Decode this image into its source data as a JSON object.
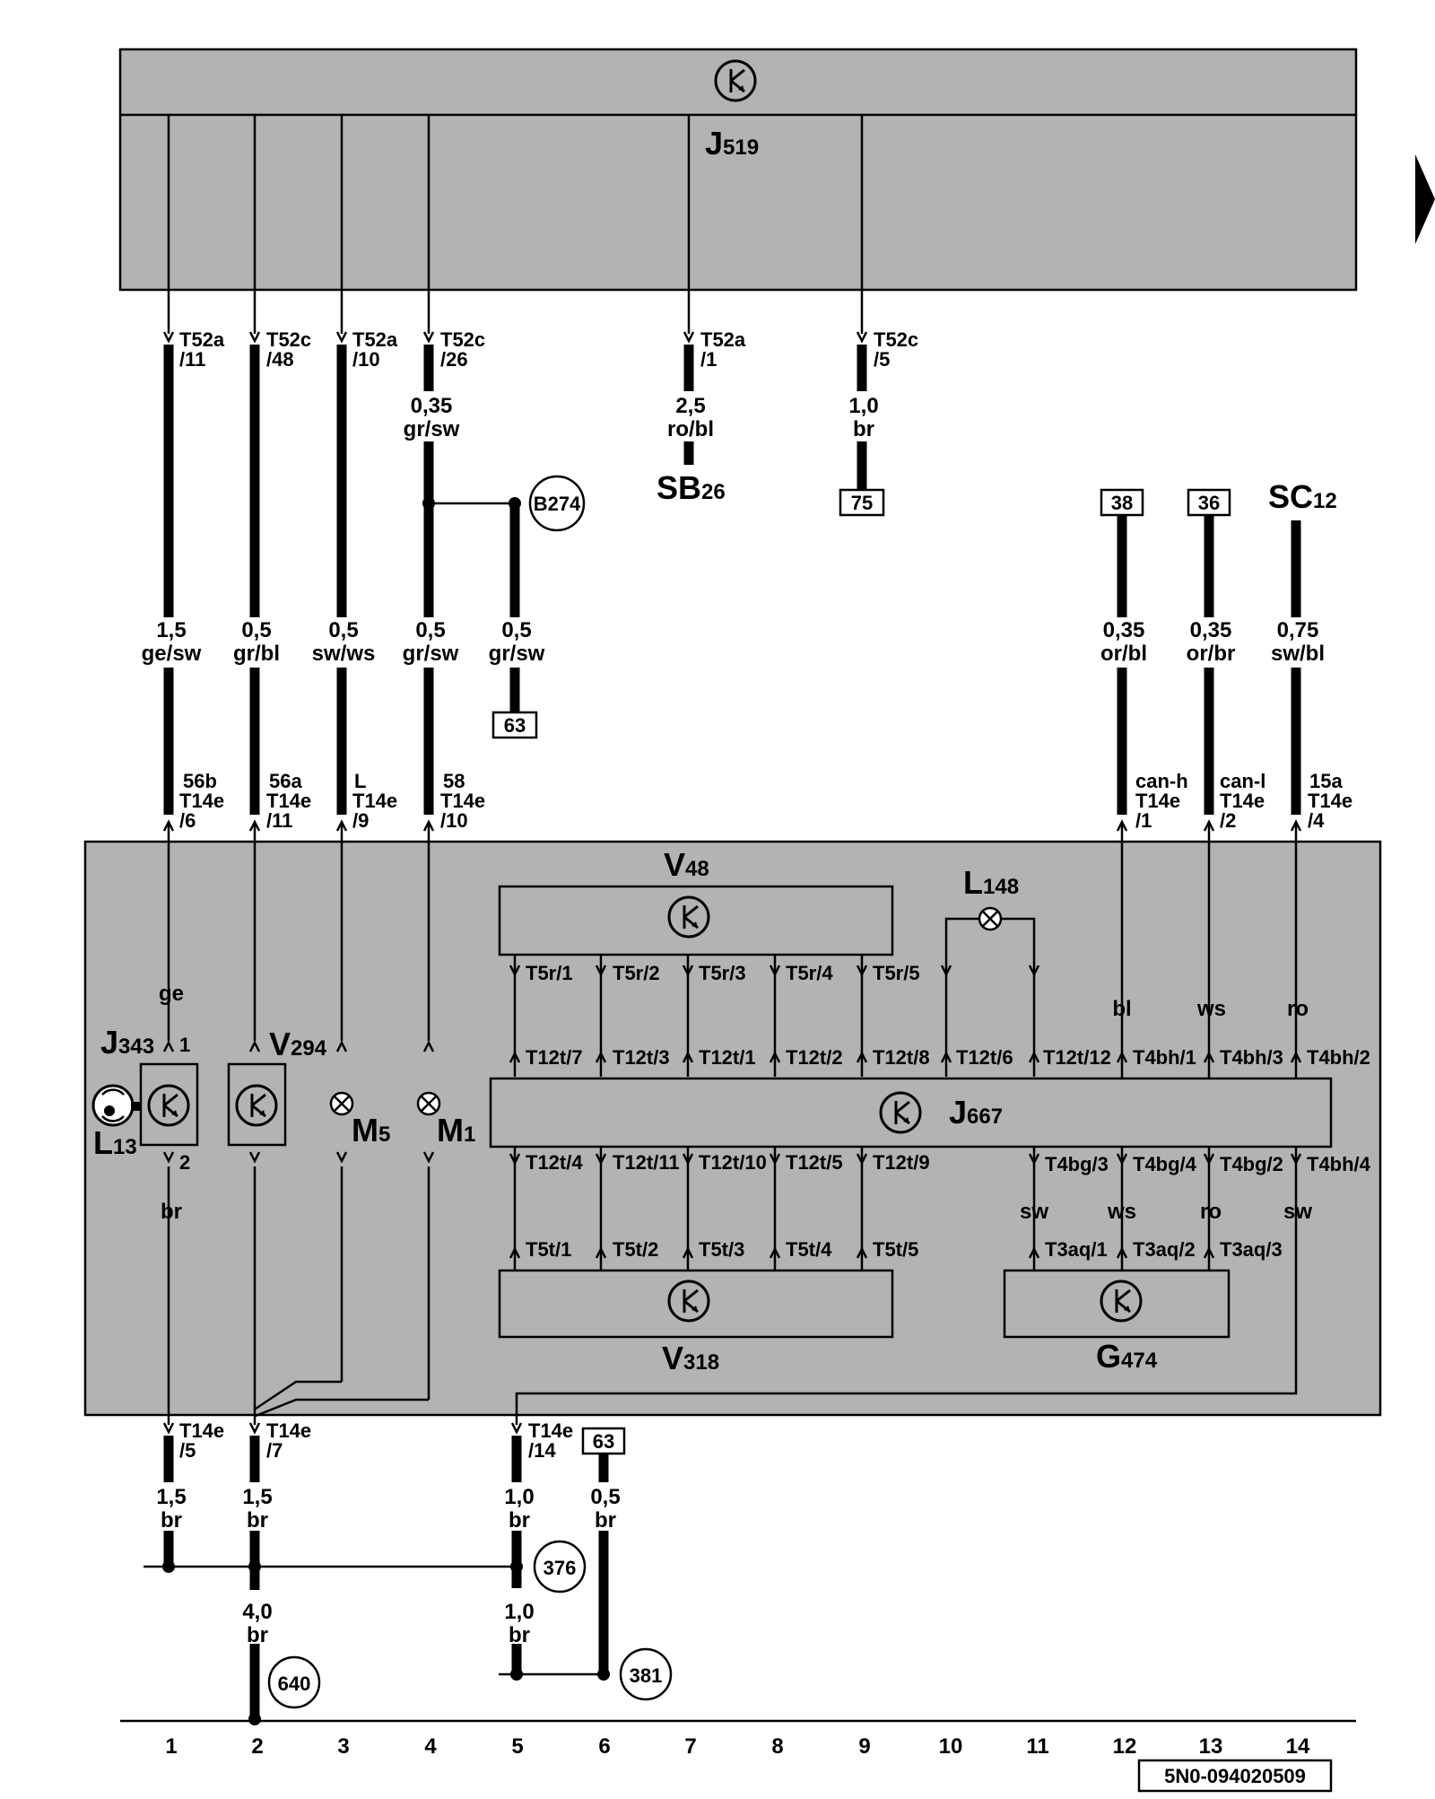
{
  "top_component": {
    "label": "J",
    "sub": "519"
  },
  "top_pins": [
    {
      "a": "T52a",
      "b": "/11"
    },
    {
      "a": "T52c",
      "b": "/48"
    },
    {
      "a": "T52a",
      "b": "/10"
    },
    {
      "a": "T52c",
      "b": "/26"
    },
    {
      "a": "T52a",
      "b": "/1"
    },
    {
      "a": "T52c",
      "b": "/5"
    }
  ],
  "wires_upper": [
    {
      "size": "0,35",
      "color": "gr/sw"
    },
    {
      "size": "2,5",
      "color": "ro/bl"
    },
    {
      "size": "1,0",
      "color": "br"
    }
  ],
  "wires_mid": [
    {
      "size": "1,5",
      "color": "ge/sw"
    },
    {
      "size": "0,5",
      "color": "gr/bl"
    },
    {
      "size": "0,5",
      "color": "sw/ws"
    },
    {
      "size": "0,5",
      "color": "gr/sw"
    },
    {
      "size": "0,5",
      "color": "gr/sw"
    },
    {
      "size": "0,35",
      "color": "or/bl"
    },
    {
      "size": "0,35",
      "color": "or/br"
    },
    {
      "size": "0,75",
      "color": "sw/bl"
    }
  ],
  "refs": {
    "sb": {
      "label": "SB",
      "sub": "26"
    },
    "sc": {
      "label": "SC",
      "sub": "12"
    },
    "box75": "75",
    "box38": "38",
    "box36": "36",
    "box63a": "63",
    "box63b": "63",
    "b274": "B274",
    "n376": "376",
    "n381": "381",
    "n640": "640"
  },
  "module_pins_in": [
    {
      "s": "56b",
      "a": "T14e",
      "b": "/6"
    },
    {
      "s": "56a",
      "a": "T14e",
      "b": "/11"
    },
    {
      "s": "L",
      "a": "T14e",
      "b": "/9"
    },
    {
      "s": "58",
      "a": "T14e",
      "b": "/10"
    },
    {
      "s": "can-h",
      "a": "T14e",
      "b": "/1"
    },
    {
      "s": "can-l",
      "a": "T14e",
      "b": "/2"
    },
    {
      "s": "15a",
      "a": "T14e",
      "b": "/4"
    }
  ],
  "components": {
    "v48": {
      "label": "V",
      "sub": "48"
    },
    "l148": {
      "label": "L",
      "sub": "148"
    },
    "j343": {
      "label": "J",
      "sub": "343"
    },
    "v294": {
      "label": "V",
      "sub": "294"
    },
    "l13": {
      "label": "L",
      "sub": "13"
    },
    "m5": {
      "label": "M",
      "sub": "5"
    },
    "m1": {
      "label": "M",
      "sub": "1"
    },
    "j667": {
      "label": "J",
      "sub": "667"
    },
    "v318": {
      "label": "V",
      "sub": "318"
    },
    "g474": {
      "label": "G",
      "sub": "474"
    }
  },
  "internal_colors": {
    "ge": "ge",
    "bl": "bl",
    "ws": "ws",
    "ro": "ro",
    "br": "br",
    "sw1": "sw",
    "ws2": "ws",
    "ro2": "ro",
    "sw2": "sw"
  },
  "j343_pins": {
    "p1": "1",
    "p2": "2"
  },
  "t5r": [
    "T5r/1",
    "T5r/2",
    "T5r/3",
    "T5r/4",
    "T5r/5"
  ],
  "t12t_top": [
    "T12t/7",
    "T12t/3",
    "T12t/1",
    "T12t/2",
    "T12t/8",
    "T12t/6",
    "T12t/12"
  ],
  "t4bh_top": [
    "T4bh/1",
    "T4bh/3",
    "T4bh/2"
  ],
  "t12t_bot": [
    "T12t/4",
    "T12t/11",
    "T12t/10",
    "T12t/5",
    "T12t/9"
  ],
  "t4_bot": [
    "T4bg/3",
    "T4bg/4",
    "T4bg/2",
    "T4bh/4"
  ],
  "t5t": [
    "T5t/1",
    "T5t/2",
    "T5t/3",
    "T5t/4",
    "T5t/5"
  ],
  "t3aq": [
    "T3aq/1",
    "T3aq/2",
    "T3aq/3"
  ],
  "bottom_pins": [
    {
      "a": "T14e",
      "b": "/5"
    },
    {
      "a": "T14e",
      "b": "/7"
    },
    {
      "a": "T14e",
      "b": "/14"
    }
  ],
  "wires_bottom": [
    {
      "size": "1,5",
      "color": "br"
    },
    {
      "size": "1,5",
      "color": "br"
    },
    {
      "size": "1,0",
      "color": "br"
    },
    {
      "size": "0,5",
      "color": "br"
    },
    {
      "size": "4,0",
      "color": "br"
    },
    {
      "size": "1,0",
      "color": "br"
    }
  ],
  "track_numbers": [
    "1",
    "2",
    "3",
    "4",
    "5",
    "6",
    "7",
    "8",
    "9",
    "10",
    "11",
    "12",
    "13",
    "14"
  ],
  "diagram_id": "5N0-094020509"
}
